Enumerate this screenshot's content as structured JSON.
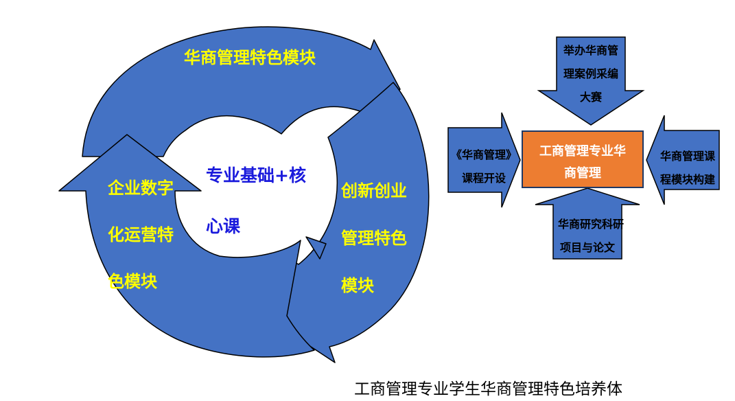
{
  "cycle": {
    "top_module": "华商管理特色模块",
    "right_module": [
      "创新创业",
      "管理特色",
      "模块"
    ],
    "left_module": [
      "企业数字",
      "化运营特",
      "色模块"
    ],
    "center": [
      "专业基础+核",
      "心课"
    ]
  },
  "cross": {
    "center": [
      "工商管理专业华",
      "商管理"
    ],
    "top": [
      "举办华商管",
      "理案例采编",
      "大赛"
    ],
    "left": [
      "《华商管理》",
      "课程开设"
    ],
    "right": [
      "华商管理课",
      "程模块构建"
    ],
    "bottom": [
      "华商研究科研",
      "项目与论文"
    ]
  },
  "caption": "工商管理专业学生华商管理特色培养体",
  "colors": {
    "arrow_fill": "#4472c4",
    "arrow_stroke": "#000000",
    "ring_text": "#ffff00",
    "center_text": "#1a1adc",
    "center_box": "#ed7d31"
  }
}
